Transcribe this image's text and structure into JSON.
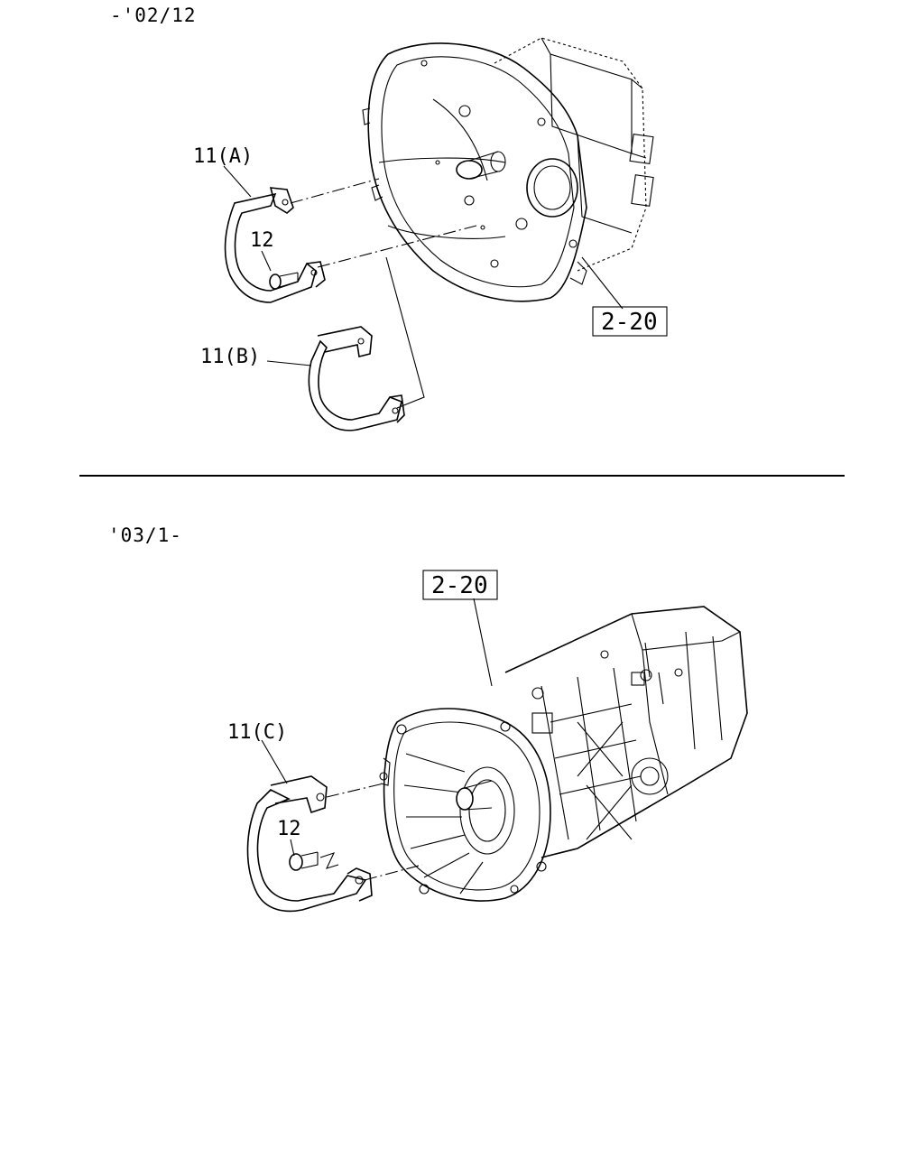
{
  "sections": [
    {
      "range": "-'02/12",
      "parts": {
        "bracket_a": "11(A)",
        "bolt_a": "12",
        "bracket_b": "11(B)",
        "ref": "2-20"
      }
    },
    {
      "range": "'03/1-",
      "parts": {
        "bracket_c": "11(C)",
        "bolt_c": "12",
        "ref": "2-20"
      }
    }
  ]
}
